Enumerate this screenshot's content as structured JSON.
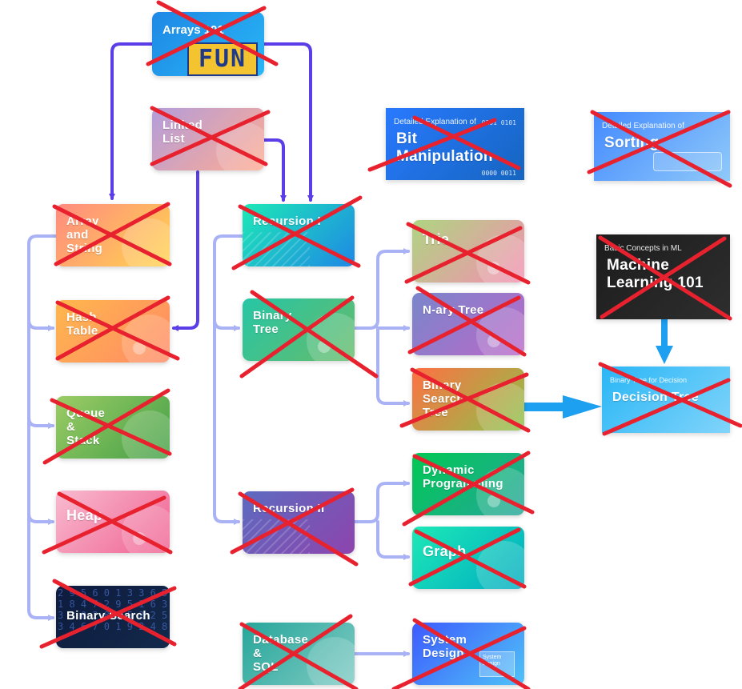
{
  "cards": {
    "arrays101": {
      "title": "Arrays 101",
      "badge": "FUN",
      "colors": [
        "#1e88e5",
        "#29b6f6"
      ]
    },
    "linked_list": {
      "title": "Linked\nList",
      "colors": [
        "#b39ddb",
        "#ffab91"
      ]
    },
    "array_string": {
      "title": "Array\nand\nString",
      "colors": [
        "#ff8a80",
        "#ffd54f"
      ]
    },
    "hash_table": {
      "title": "Hash\nTable",
      "colors": [
        "#ffb74d",
        "#ff8a65"
      ]
    },
    "queue_stack": {
      "title": "Queue\n&\nStack",
      "colors": [
        "#9ccc65",
        "#43a047"
      ]
    },
    "heap": {
      "title": "Heap",
      "colors": [
        "#f8bbd0",
        "#f06292"
      ]
    },
    "binary_search": {
      "title": "Binary Search",
      "colors": [
        "#0d1b3e",
        "#13294b"
      ]
    },
    "recursion1": {
      "title": "Recursion I",
      "colors": [
        "#1de9b6",
        "#1e88e5"
      ]
    },
    "binary_tree": {
      "title": "Binary\nTree",
      "colors": [
        "#26c6a6",
        "#66bb6a"
      ]
    },
    "recursion2": {
      "title": "Recursion II",
      "colors": [
        "#5c6bc0",
        "#8e44ad"
      ]
    },
    "database_sql": {
      "title": "Database\n&\nSQL",
      "colors": [
        "#26a69a",
        "#80cbc4"
      ]
    },
    "trie": {
      "title": "Trie",
      "colors": [
        "#aed581",
        "#f48fb1"
      ]
    },
    "nary_tree": {
      "title": "N-ary Tree",
      "colors": [
        "#7986cb",
        "#ba68c8"
      ]
    },
    "bst": {
      "title": "Binary\nSearch\nTree",
      "colors": [
        "#ff7043",
        "#8bc34a"
      ]
    },
    "dynamic_programming": {
      "title": "Dynamic\nProgramming",
      "colors": [
        "#00c853",
        "#26a69a"
      ]
    },
    "graph": {
      "title": "Graph",
      "colors": [
        "#1de9b6",
        "#00acc1"
      ]
    },
    "system_design": {
      "title": "System\nDesign",
      "colors": [
        "#3d5afe",
        "#4fc3f7"
      ]
    },
    "system_design_sub": "System\nDesign",
    "bit_manipulation": {
      "subtitle": "Detailed Explanation of",
      "title": "Bit\nManipulation",
      "bits_top": "0101 0101",
      "bits_bottom": "0000 0011",
      "colors": [
        "#2979ff",
        "#1565c0"
      ]
    },
    "sorting": {
      "subtitle": "Detailed Explanation of",
      "title": "Sorting",
      "colors": [
        "#448aff",
        "#90caf9"
      ]
    },
    "machine_learning": {
      "subtitle": "Basic Concepts in ML",
      "title": "Machine\nLearning 101",
      "colors": [
        "#1c1c1c",
        "#2e2e2e"
      ]
    },
    "decision_tree": {
      "subtitle": "Binary Tree for Decision",
      "title": "Decision Tree",
      "colors": [
        "#29b6f6",
        "#81d4fa"
      ]
    }
  },
  "edge_colors": {
    "primary": "#5b3ee8",
    "light": "#a9b2f5",
    "blue": "#1ea0f0"
  },
  "cross_color": "#e8212f"
}
